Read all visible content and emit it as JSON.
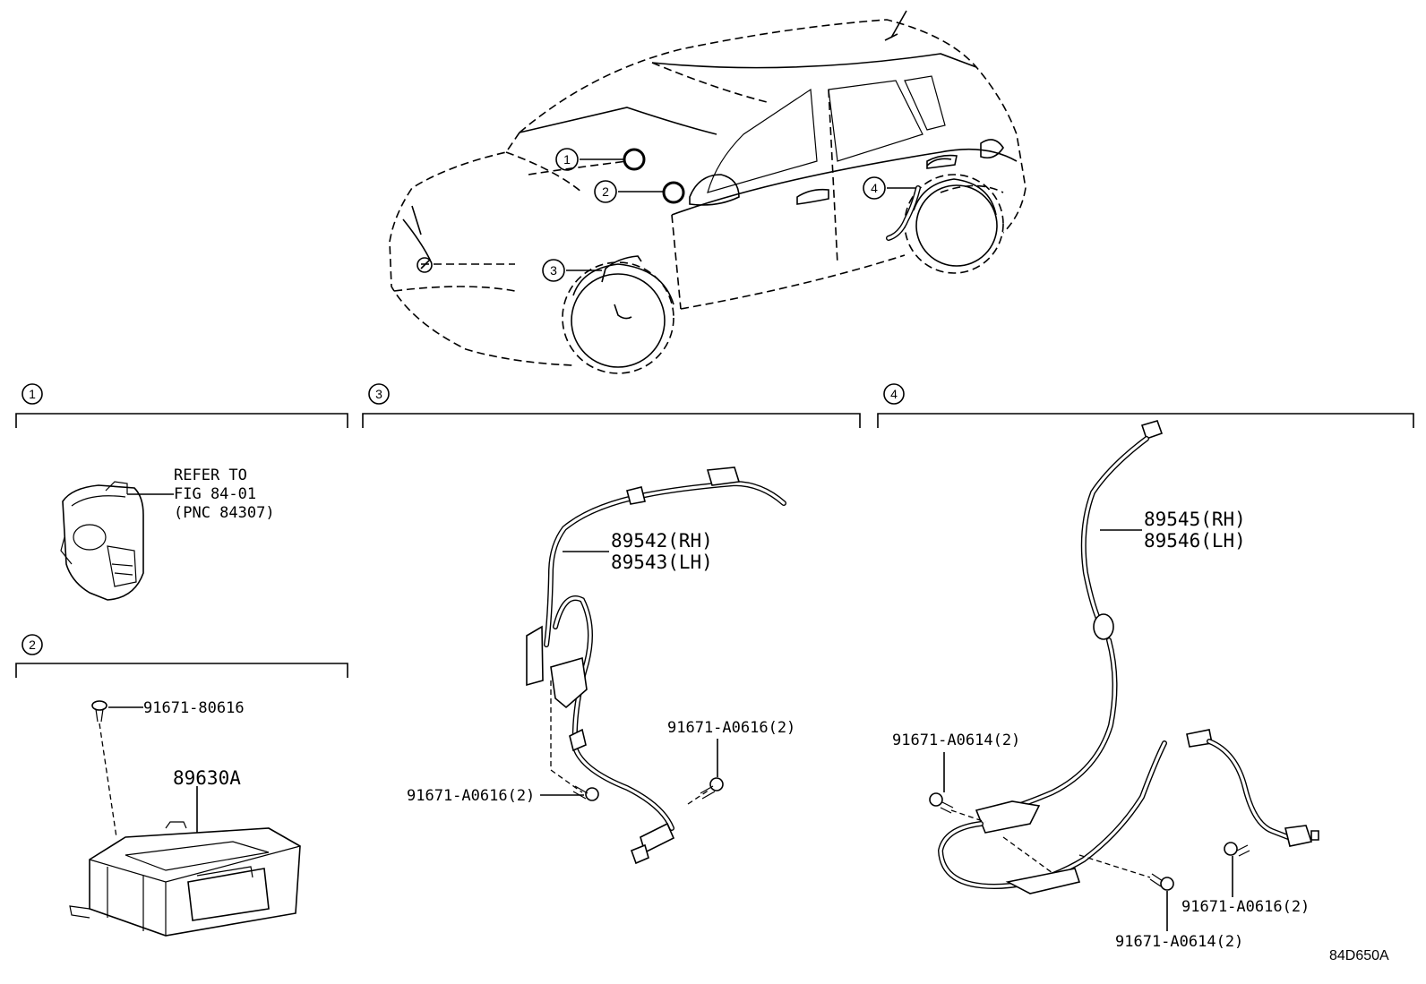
{
  "diagram_code": "84D650A",
  "callouts": {
    "c1": "1",
    "c2": "2",
    "c3": "3",
    "c4": "4"
  },
  "sections": {
    "s1": {
      "number": "1",
      "note_line1": "REFER TO",
      "note_line2": "FIG 84-01",
      "note_line3": "(PNC 84307)"
    },
    "s2": {
      "number": "2",
      "bolt": "91671-80616",
      "module": "89630A"
    },
    "s3": {
      "number": "3",
      "sensor_rh": "89542(RH)",
      "sensor_lh": "89543(LH)",
      "bolt_right": "91671-A0616(2)",
      "bolt_left": "91671-A0616(2)"
    },
    "s4": {
      "number": "4",
      "sensor_rh": "89545(RH)",
      "sensor_lh": "89546(LH)",
      "bolt_upper_left": "91671-A0614(2)",
      "bolt_lower_right": "91671-A0616(2)",
      "bolt_bottom": "91671-A0614(2)"
    }
  }
}
